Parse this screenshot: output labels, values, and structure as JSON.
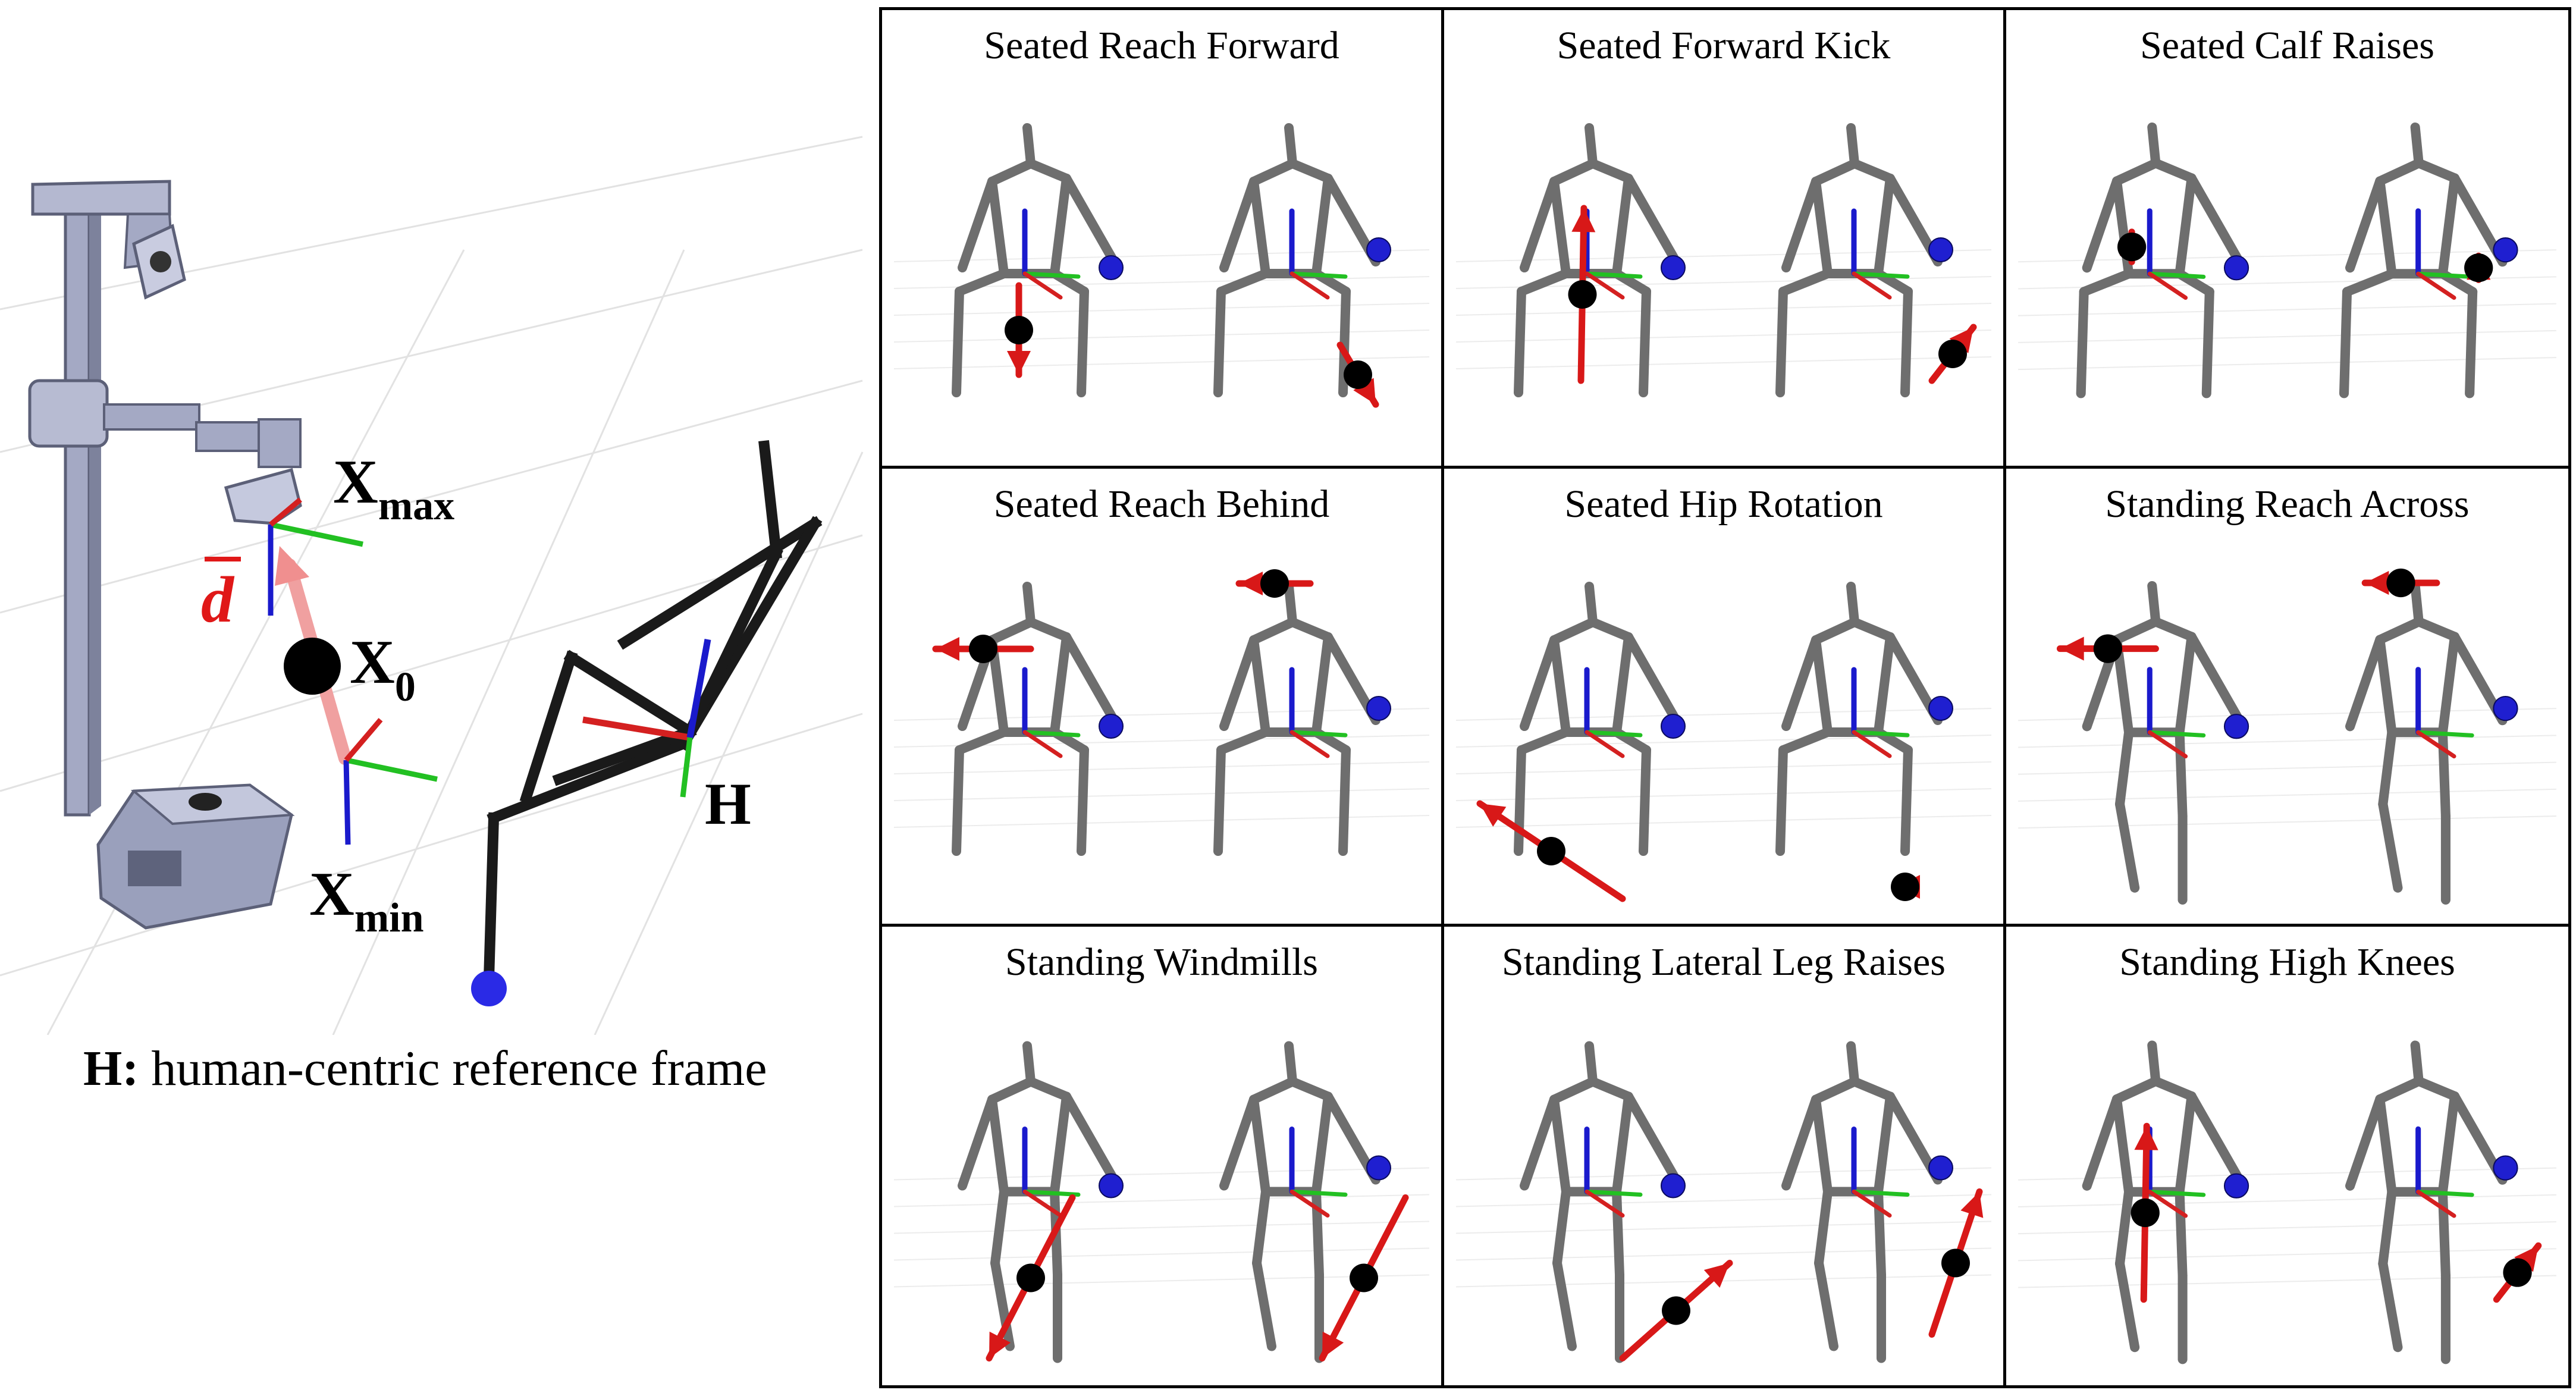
{
  "figure": {
    "robot_diagram": {
      "labels": {
        "x_max": "X",
        "x_max_sub": "max",
        "x_0": "X",
        "x_0_sub": "0",
        "x_min": "X",
        "x_min_sub": "min",
        "d_bar": "d",
        "h": "H"
      },
      "caption_bold": "H:",
      "caption_text": " human-centric reference frame"
    },
    "exercises": [
      {
        "title": "Seated Reach Forward"
      },
      {
        "title": "Seated Forward Kick"
      },
      {
        "title": "Seated Calf Raises"
      },
      {
        "title": "Seated Reach Behind"
      },
      {
        "title": "Seated Hip Rotation"
      },
      {
        "title": "Standing Reach Across"
      },
      {
        "title": "Standing Windmills"
      },
      {
        "title": "Standing Lateral Leg Raises"
      },
      {
        "title": "Standing High Knees"
      }
    ]
  },
  "colors": {
    "skeleton": "#6e6e6e",
    "axis_x": "#d42020",
    "axis_y": "#22c022",
    "axis_z": "#1a1acc",
    "target": "#1f1fd0",
    "arrow": "#d81818",
    "ball": "#000000",
    "robot": "#9ea4c0"
  }
}
